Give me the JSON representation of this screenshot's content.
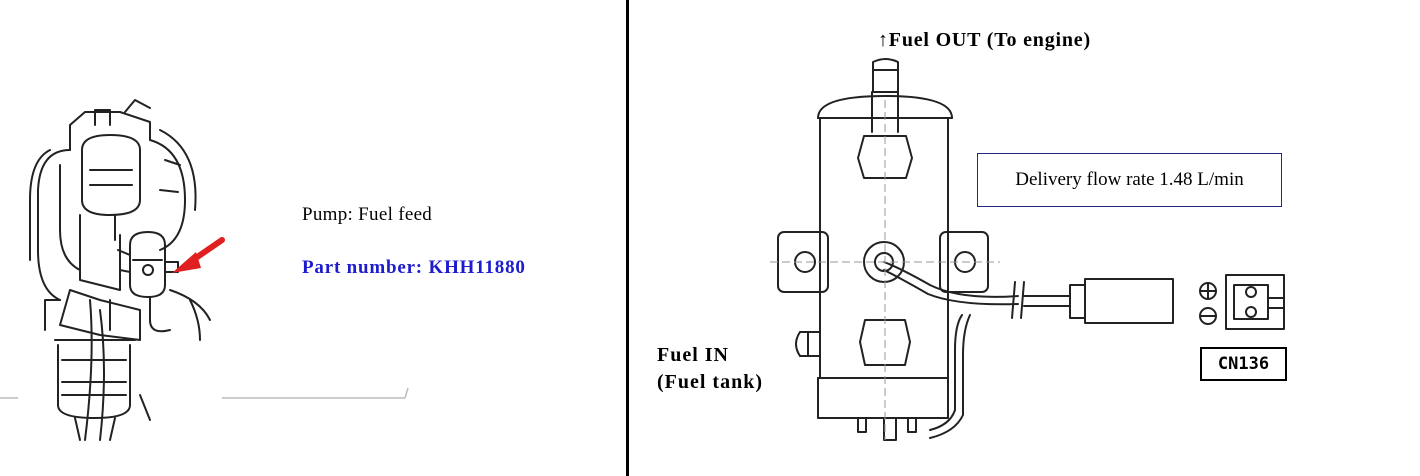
{
  "left_panel": {
    "pump_label": "Pump: Fuel feed",
    "part_number": "Part number: KHH11880",
    "arrow_color": "#e02020"
  },
  "right_panel": {
    "fuel_out_label": "↑Fuel OUT (To engine)",
    "fuel_in_line1": "Fuel IN",
    "fuel_in_line2": "(Fuel tank)",
    "flow_rate_label": "Delivery flow rate 1.48 L/min",
    "connector_label": "CN136",
    "connector_plus_symbol": "⊕",
    "connector_minus_symbol": "⊖"
  },
  "colors": {
    "part_number": "#1c1ccc",
    "flow_box_border": "#1f2a7a"
  }
}
